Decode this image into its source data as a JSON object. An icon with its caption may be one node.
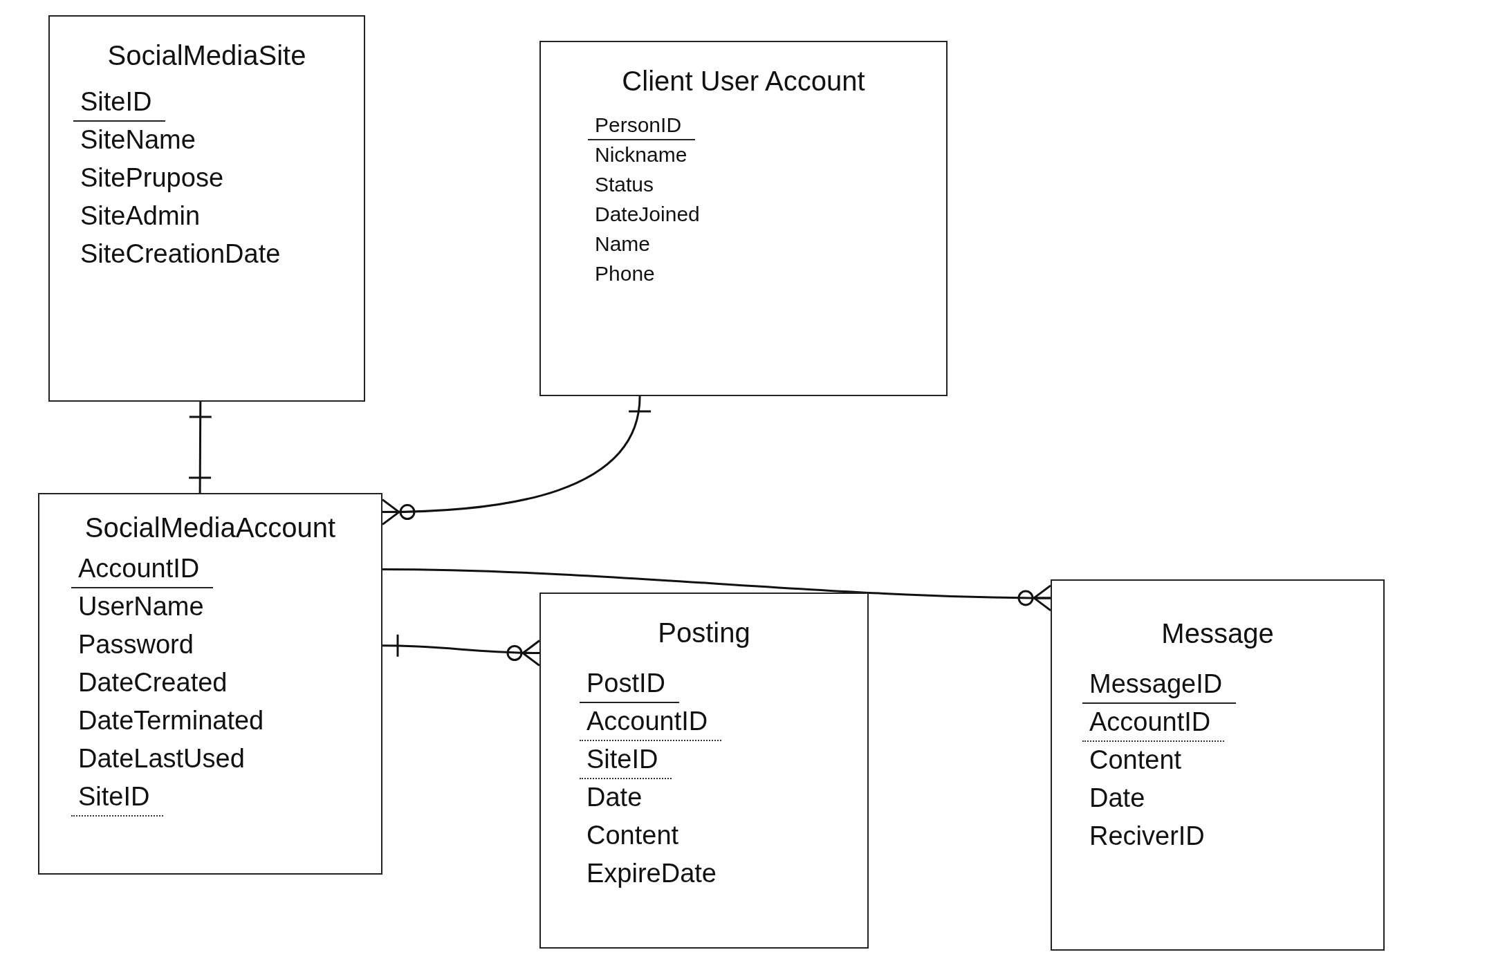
{
  "diagram": {
    "nodes": [
      {
        "text": [
          "SocialMediaSite",
          "SiteID",
          "SiteName",
          "SitePrupose",
          "SiteAdmin",
          "SiteCreationDate"
        ]
      },
      {
        "text": [
          "Client User Account",
          "PersonID",
          "Nickname",
          "Status",
          "DateJoined",
          "Name",
          "Phone"
        ]
      },
      {
        "text": [
          "SocialMediaAccount",
          "AccountID",
          "UserName",
          "Password",
          "DateCreated",
          "DateTerminated",
          "DateLastUsed",
          "SiteID"
        ]
      },
      {
        "text": [
          "Posting",
          "PostID",
          "AccountID",
          "SiteID",
          "Date",
          "Content",
          "ExpireDate"
        ]
      },
      {
        "text": [
          "Message",
          "MessageID",
          "AccountID",
          "Content",
          "Date",
          "ReciverID"
        ]
      }
    ],
    "edges": [
      {
        "from": 0,
        "to": 2,
        "arrow": "other"
      },
      {
        "from": 1,
        "to": 2,
        "arrow": "other"
      },
      {
        "from": 2,
        "to": 4,
        "arrow": "other"
      },
      {
        "from": 2,
        "to": 3,
        "arrow": "other"
      }
    ]
  }
}
